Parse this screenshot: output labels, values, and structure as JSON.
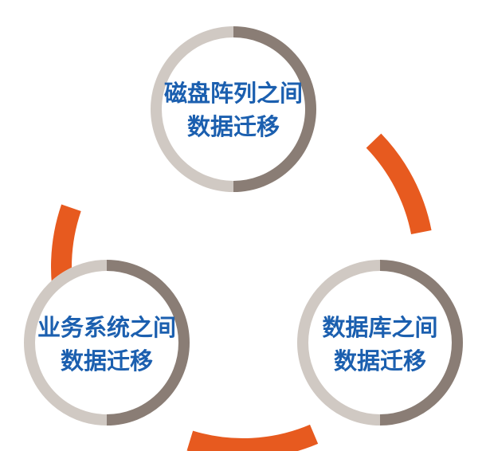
{
  "colors": {
    "ring_light": "#D0C9C3",
    "ring_dark": "#8A7D75",
    "connector": "#E75A1F",
    "text": "#1B5FAF"
  },
  "nodes": [
    {
      "id": "disk-array",
      "lines": [
        "磁盘阵列之间",
        "数据迁移"
      ]
    },
    {
      "id": "business-system",
      "lines": [
        "业务系统之间",
        "数据迁移"
      ]
    },
    {
      "id": "database",
      "lines": [
        "数据库之间",
        "数据迁移"
      ]
    }
  ]
}
